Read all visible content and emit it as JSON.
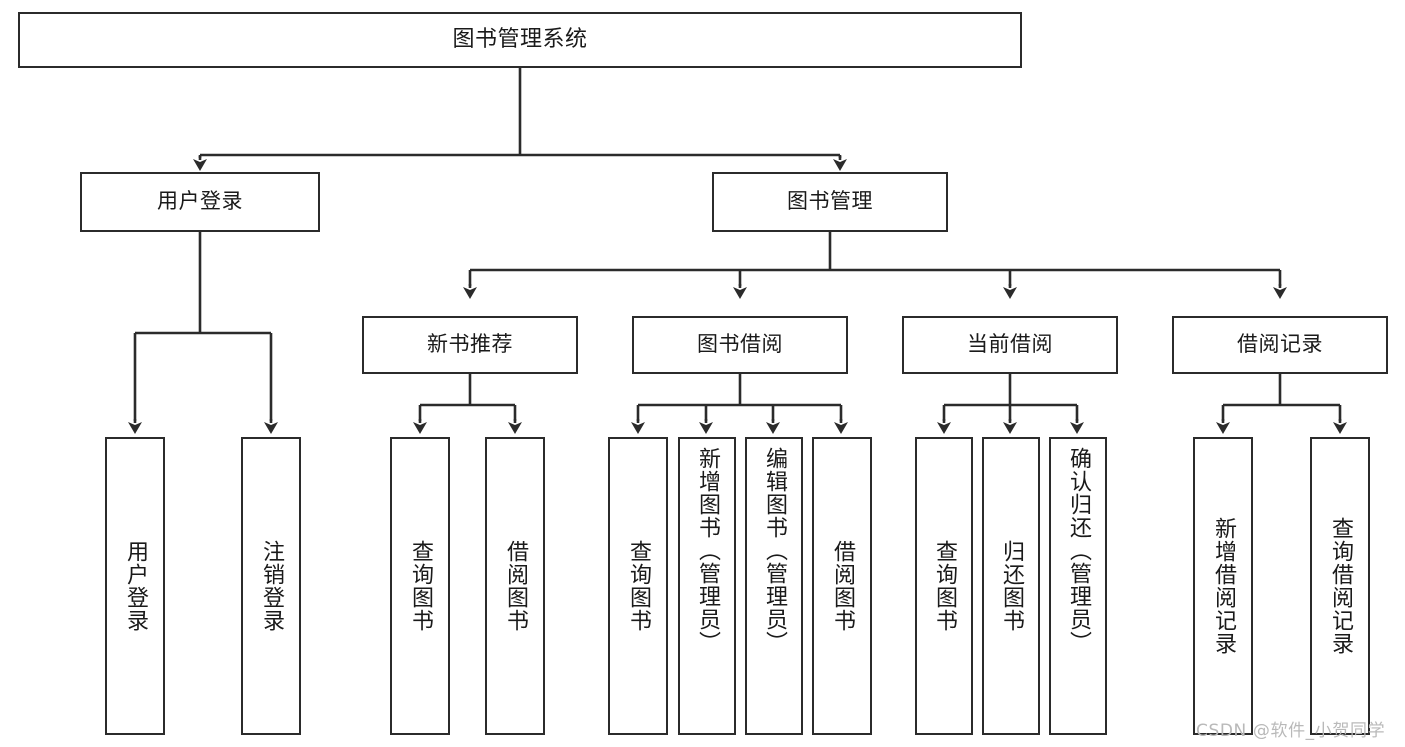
{
  "diagram": {
    "title": "图书管理系统",
    "type": "hierarchy-tree",
    "watermark": "CSDN @软件_小贺同学",
    "colors": {
      "background": "#ffffff",
      "box_border": "#2b2b2b",
      "connector": "#2b2b2b",
      "text": "#1a1a1a",
      "watermark": "#b9b9b9"
    }
  },
  "nodes": {
    "root": {
      "label": "图书管理系统"
    },
    "level1": [
      {
        "label": "用户登录"
      },
      {
        "label": "图书管理"
      }
    ],
    "level2": [
      {
        "label": "新书推荐"
      },
      {
        "label": "图书借阅"
      },
      {
        "label": "当前借阅"
      },
      {
        "label": "借阅记录"
      }
    ],
    "leaves": {
      "user_login": [
        {
          "label": "用户登录"
        },
        {
          "label": "注销登录"
        }
      ],
      "new_book_recommend": [
        {
          "label": "查询图书"
        },
        {
          "label": "借阅图书"
        }
      ],
      "book_borrow": [
        {
          "label": "查询图书"
        },
        {
          "label": "新增图书（管理员）"
        },
        {
          "label": "编辑图书（管理员）"
        },
        {
          "label": "借阅图书"
        }
      ],
      "current_borrow": [
        {
          "label": "查询图书"
        },
        {
          "label": "归还图书"
        },
        {
          "label": "确认归还（管理员）"
        }
      ],
      "borrow_records": [
        {
          "label": "新增借阅记录"
        },
        {
          "label": "查询借阅记录"
        }
      ]
    }
  }
}
